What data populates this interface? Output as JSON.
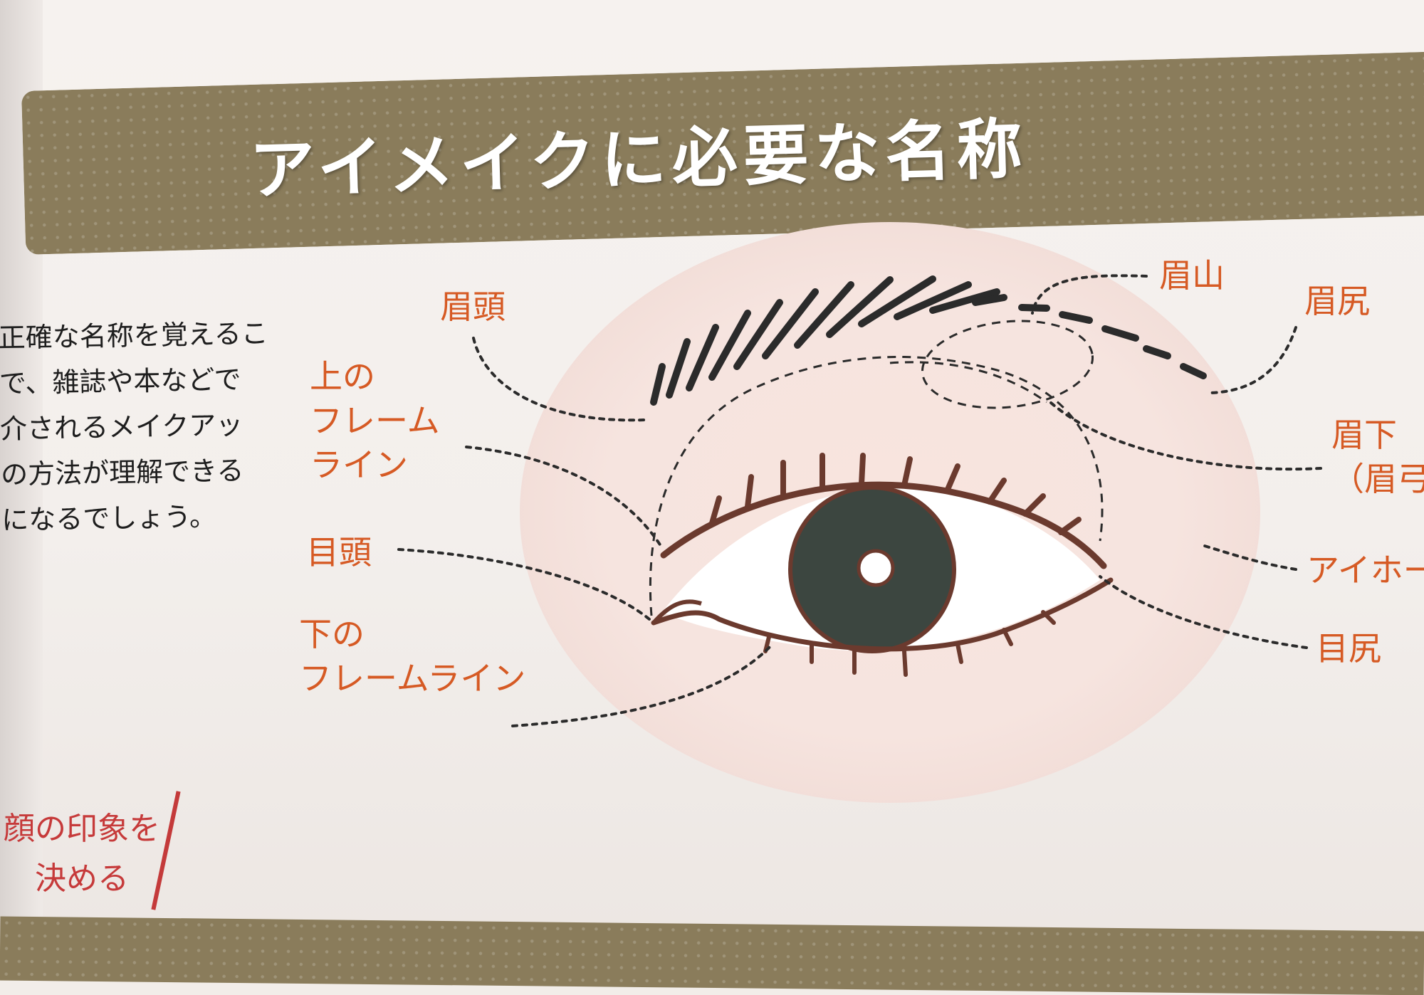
{
  "title": "アイメイクに必要な名称",
  "intro_lines": [
    "正確な名称を覚えるこ",
    "で、雑誌や本などで",
    "介されるメイクアッ",
    "の方法が理解できる",
    "になるでしょう。"
  ],
  "side_note_lines": [
    "顔の印象を",
    "決める"
  ],
  "labels": {
    "mayugashira": "眉頭",
    "upper_frame": [
      "上の",
      "フレーム",
      "ライン"
    ],
    "megashira": "目頭",
    "lower_frame": [
      "下の",
      "フレームライン"
    ],
    "mayuyama": "眉山",
    "mayujiri": "眉尻",
    "mayushita": [
      "眉下",
      "（眉弓"
    ],
    "eyehole": "アイホー",
    "mejiri": "目尻"
  },
  "colors": {
    "label": "#d65a24",
    "band": "#8a7c5b",
    "line": "#2b2b2b",
    "iris": "#3c4640",
    "liner": "#6b3a2e",
    "skin": "#f6e6e1"
  }
}
